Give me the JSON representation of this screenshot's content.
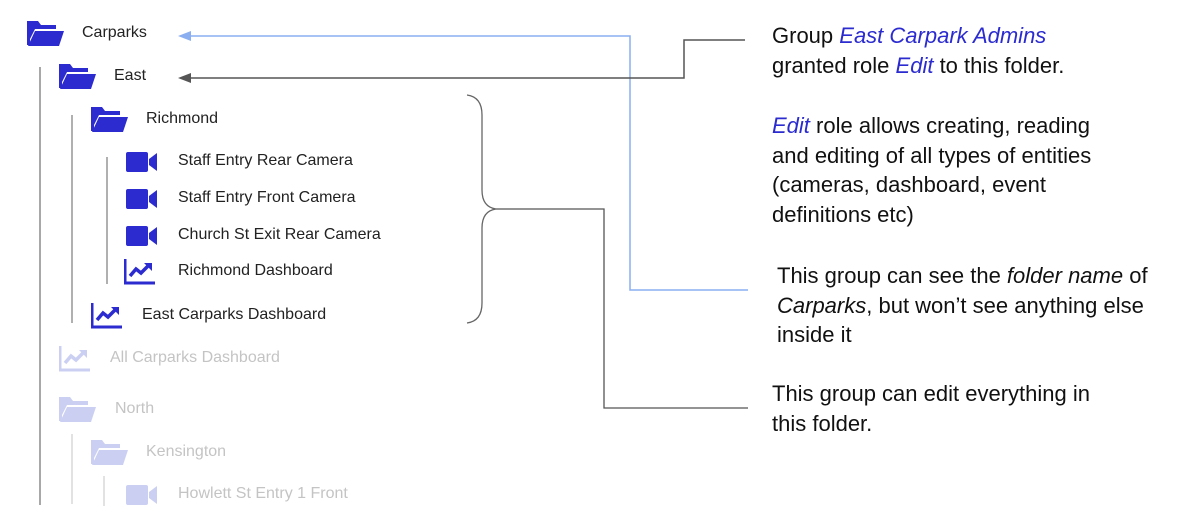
{
  "colors": {
    "accent": "#2b2bd0",
    "faded_icon": "#cbd0f2",
    "blue_line": "#8aaef0",
    "dark_line": "#555555"
  },
  "tree": [
    {
      "label": "Carparks",
      "icon": "folder-open-icon",
      "faded": false
    },
    {
      "label": "East",
      "icon": "folder-open-icon",
      "faded": false
    },
    {
      "label": "Richmond",
      "icon": "folder-open-icon",
      "faded": false
    },
    {
      "label": "Staff Entry Rear Camera",
      "icon": "video-camera-icon",
      "faded": false
    },
    {
      "label": "Staff Entry Front Camera",
      "icon": "video-camera-icon",
      "faded": false
    },
    {
      "label": "Church St Exit Rear Camera",
      "icon": "video-camera-icon",
      "faded": false
    },
    {
      "label": "Richmond Dashboard",
      "icon": "chart-dashboard-icon",
      "faded": false
    },
    {
      "label": "East Carparks Dashboard",
      "icon": "chart-dashboard-icon",
      "faded": false
    },
    {
      "label": "All Carparks Dashboard",
      "icon": "chart-dashboard-icon",
      "faded": true
    },
    {
      "label": "North",
      "icon": "folder-open-icon",
      "faded": true
    },
    {
      "label": "Kensington",
      "icon": "folder-open-icon",
      "faded": true
    },
    {
      "label": "Howlett St Entry 1 Front",
      "icon": "video-camera-icon",
      "faded": true
    }
  ],
  "notes": {
    "n1": {
      "a": "Group ",
      "b": "East Carpark Admins",
      "c": "granted role ",
      "d": "Edit",
      "e": " to this folder."
    },
    "n2": {
      "a": "Edit",
      "b": " role allows creating, reading",
      "c": "and editing of all types of entities",
      "d": "(cameras, dashboard, event",
      "e": "definitions etc)"
    },
    "n3": {
      "a": "This group can see the ",
      "b": "folder name",
      "c": " of",
      "d": "Carparks",
      "e": ", but won’t see anything else",
      "f": "inside it"
    },
    "n4": {
      "a": "This group can edit everything in",
      "b": "this folder."
    }
  }
}
